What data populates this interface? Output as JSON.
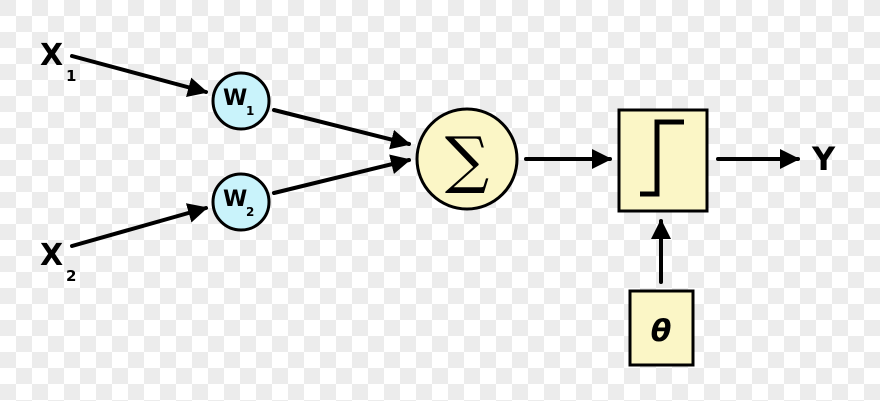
{
  "inputs": [
    {
      "letter": "X",
      "index": "1"
    },
    {
      "letter": "X",
      "index": "2"
    }
  ],
  "weights": [
    {
      "letter": "W",
      "index": "1"
    },
    {
      "letter": "W",
      "index": "2"
    }
  ],
  "summation": {
    "symbol": "∑"
  },
  "threshold": {
    "symbol": "θ"
  },
  "output": {
    "label": "Y"
  },
  "colors": {
    "background_checker_light": "#ffffff",
    "background_checker_dark": "#ececec",
    "weight_fill": "#c9f3fb",
    "summation_fill": "#fbf6c6",
    "activation_fill": "#fbf6c6",
    "threshold_fill": "#fbf6c6",
    "stroke": "#000000"
  }
}
